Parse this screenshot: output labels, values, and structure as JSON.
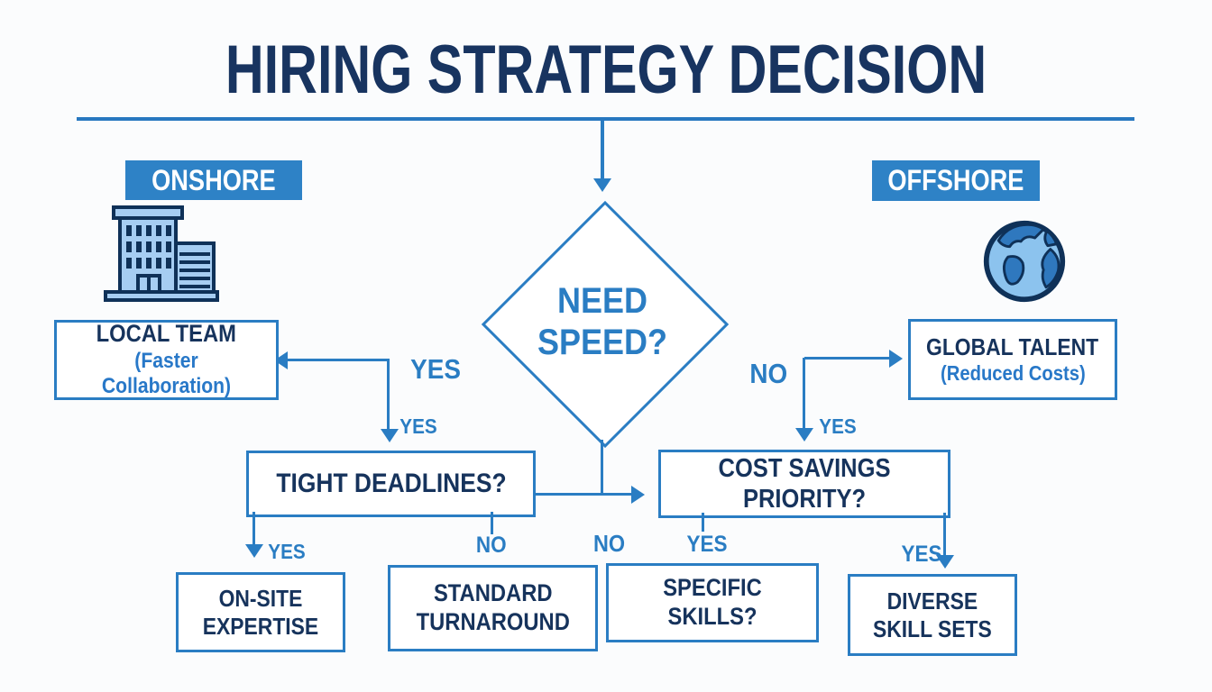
{
  "title": "HIRING STRATEGY DECISION",
  "colors": {
    "accent_blue": "#2a7dc3",
    "banner_blue": "#2e82c6",
    "navy_text": "#16335c",
    "background": "#fbfcfd"
  },
  "branches": {
    "onshore": {
      "banner": "ONSHORE",
      "icon": "building-icon"
    },
    "offshore": {
      "banner": "OFFSHORE",
      "icon": "globe-icon"
    }
  },
  "nodes": {
    "need_speed": {
      "label": "NEED\nSPEED?"
    },
    "local_team": {
      "title": "LOCAL TEAM",
      "subtitle": "(Faster Collaboration)"
    },
    "global_talent": {
      "title": "GLOBAL TALENT",
      "subtitle": "(Reduced Costs)"
    },
    "tight_deadlines": {
      "label": "TIGHT DEADLINES?"
    },
    "cost_savings_priority": {
      "label": "COST SAVINGS PRIORITY?"
    },
    "on_site_expertise": {
      "label": "ON-SITE\nEXPERTISE"
    },
    "standard_turnaround": {
      "label": "STANDARD\nTURNAROUND"
    },
    "specific_skills": {
      "label": "SPECIFIC SKILLS?"
    },
    "diverse_skill_sets": {
      "label": "DIVERSE\nSKILL SETS"
    }
  },
  "edge_labels": {
    "speed_yes_big": "YES",
    "speed_yes_small": "YES",
    "speed_no_big": "NO",
    "speed_no_small_yes": "YES",
    "tight_yes": "YES",
    "tight_no": "NO",
    "center_no": "NO",
    "cost_yes_left": "YES",
    "cost_yes_right": "YES"
  }
}
